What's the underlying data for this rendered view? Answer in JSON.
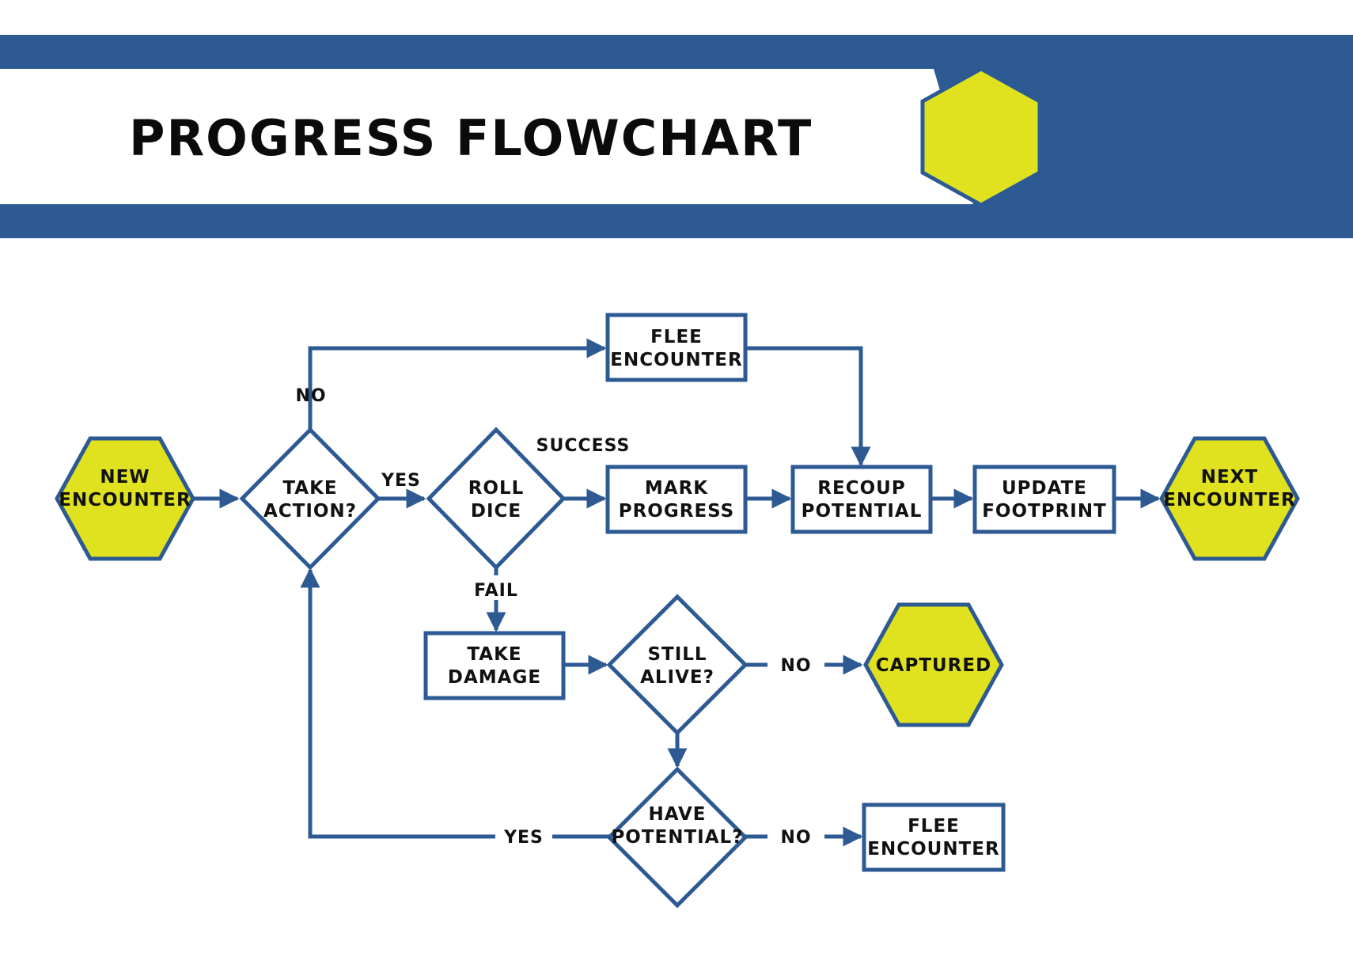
{
  "title": "PROGRESS FLOWCHART",
  "colors": {
    "brand_blue": "#2d5a93",
    "accent_yellow": "#e0e21f",
    "text": "#111111",
    "background": "#ffffff"
  },
  "nodes": {
    "new_encounter": {
      "line1": "NEW",
      "line2": "ENCOUNTER"
    },
    "take_action": {
      "line1": "TAKE",
      "line2": "ACTION?"
    },
    "roll_dice": {
      "line1": "ROLL",
      "line2": "DICE"
    },
    "flee_encounter_top": {
      "line1": "FLEE",
      "line2": "ENCOUNTER"
    },
    "mark_progress": {
      "line1": "MARK",
      "line2": "PROGRESS"
    },
    "recoup_potential": {
      "line1": "RECOUP",
      "line2": "POTENTIAL"
    },
    "update_footprint": {
      "line1": "UPDATE",
      "line2": "FOOTPRINT"
    },
    "next_encounter": {
      "line1": "NEXT",
      "line2": "ENCOUNTER"
    },
    "take_damage": {
      "line1": "TAKE",
      "line2": "DAMAGE"
    },
    "still_alive": {
      "line1": "STILL",
      "line2": "ALIVE?"
    },
    "captured": {
      "line1": "CAPTURED"
    },
    "have_potential": {
      "line1": "HAVE",
      "line2": "POTENTIAL?"
    },
    "flee_encounter_bottom": {
      "line1": "FLEE",
      "line2": "ENCOUNTER"
    }
  },
  "edge_labels": {
    "take_action_no": "NO",
    "take_action_yes": "YES",
    "roll_success": "SUCCESS",
    "roll_fail": "FAIL",
    "still_alive_no": "NO",
    "have_potential_yes": "YES",
    "have_potential_no": "NO"
  }
}
